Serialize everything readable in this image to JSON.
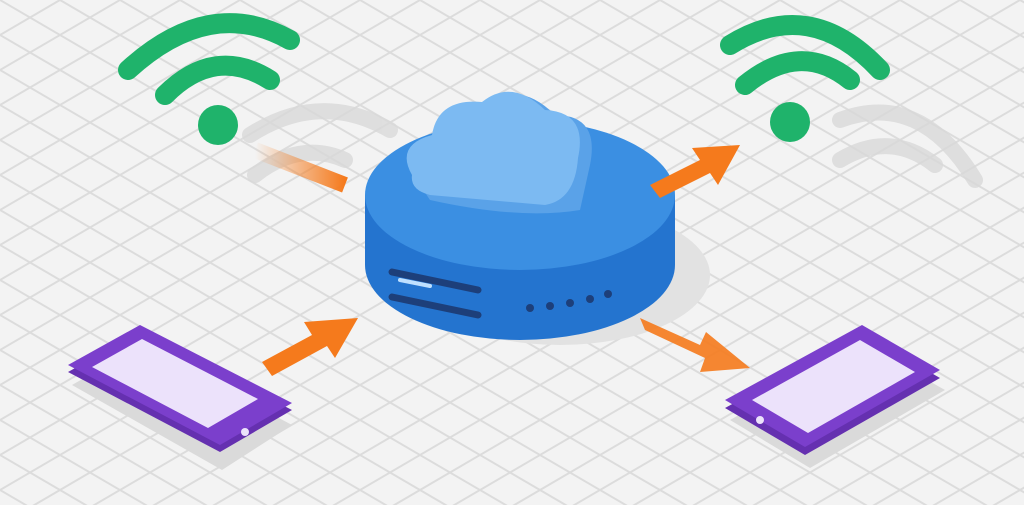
{
  "colors": {
    "background": "#f3f3f3",
    "grid": "#dcdcdc",
    "wifi": "#1fb36b",
    "wifi_shadow": "#d6d6d6",
    "hub_top": "#3b8fe2",
    "hub_side": "#2474cf",
    "cloud": "#7cbaf2",
    "cloud_shade": "#5aa2e8",
    "arrow": "#f57a1c",
    "phone_body": "#7b3fcc",
    "phone_screen": "#ece2fb",
    "slot": "#1d3f7a"
  },
  "icons": [
    "wifi-icon-left",
    "wifi-icon-right",
    "cloud-icon",
    "phone-icon-left",
    "phone-icon-right",
    "arrow-icon"
  ]
}
